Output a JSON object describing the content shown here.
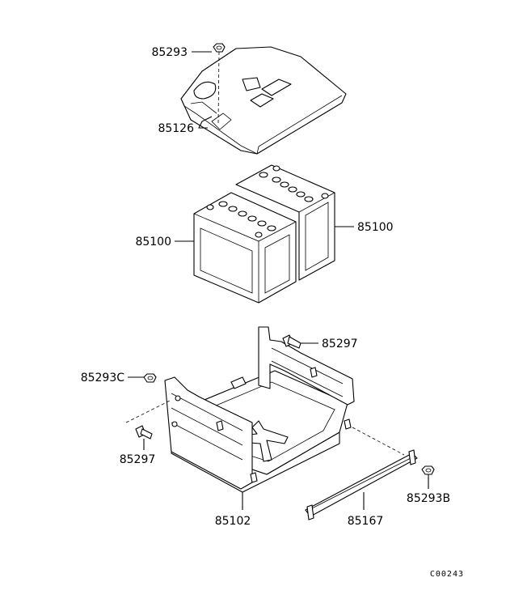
{
  "callouts": [
    {
      "id": "nut-top",
      "text": "85293"
    },
    {
      "id": "cover",
      "text": "85126"
    },
    {
      "id": "battery-left",
      "text": "85100"
    },
    {
      "id": "battery-right",
      "text": "85100"
    },
    {
      "id": "bolt-top",
      "text": "85297"
    },
    {
      "id": "nut-c",
      "text": "85293C"
    },
    {
      "id": "bolt-left",
      "text": "85297"
    },
    {
      "id": "tray",
      "text": "85102"
    },
    {
      "id": "bracket",
      "text": "85167"
    },
    {
      "id": "nut-b",
      "text": "85293B"
    }
  ],
  "figure_code": "C00243"
}
